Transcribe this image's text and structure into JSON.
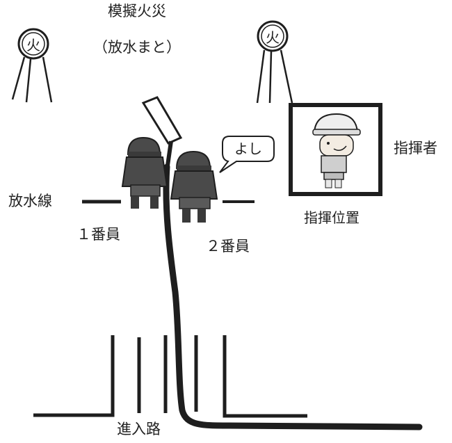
{
  "title": {
    "line1": "模擬火災",
    "line2": "（放水まと）"
  },
  "target_marks": [
    "火",
    "火"
  ],
  "speech_bubble": "よし",
  "labels": {
    "commander": "指揮者",
    "command_position": "指揮位置",
    "discharge_line": "放水線",
    "member1": "１番員",
    "member2": "２番員",
    "entry_path": "進入路"
  },
  "colors": {
    "line": "#1e1e1e",
    "helmet": "#4a4a4a",
    "skin": "#f3ece2"
  }
}
